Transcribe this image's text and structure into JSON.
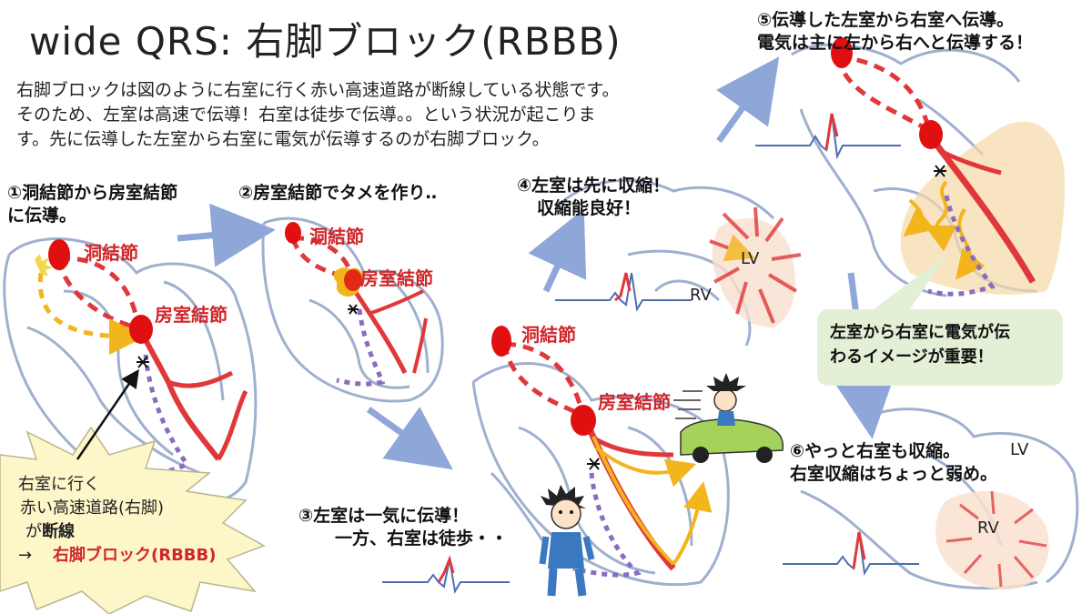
{
  "title": "wide QRS: 右脚ブロック(RBBB)",
  "intro": [
    "右脚ブロックは図のように右室に行く赤い高速道路が断線している状態です。",
    "そのため、左室は高速で伝導！右室は徒歩で伝導。。という状況が起こりま",
    "す。先に伝導した左室から右室に電気が伝導するのが右脚ブロック。"
  ],
  "steps": {
    "s1": [
      "①洞結節から房室結節",
      "に伝導。"
    ],
    "s2": [
      "②房室結節でタメを作り‥"
    ],
    "s3": [
      "③左室は一気に伝導！",
      "一方、右室は徒歩・・"
    ],
    "s4": [
      "④左室は先に収縮！",
      "収縮能良好！"
    ],
    "s5": [
      "⑤伝導した左室から右室へ伝導。",
      "電気は主に左から右へと伝導する！"
    ],
    "s6": [
      "⑥やっと右室も収縮。",
      "右室収縮はちょっと弱め。"
    ]
  },
  "labels": {
    "sa_node": "洞結節",
    "av_node": "房室結節",
    "lv": "LV",
    "rv": "RV"
  },
  "green_box": [
    "左室から右室に電気が伝",
    "わるイメージが重要！"
  ],
  "burst": {
    "line1": "右室に行く",
    "line2": "赤い高速道路(右脚)",
    "line3_prefix": "が",
    "line3_bold": "断線",
    "arrow": "→",
    "result": "右脚ブロック(RBBB)"
  },
  "colors": {
    "heart_outline": "#9fb0cf",
    "conduction_red": "#e0383a",
    "node_red": "#e01010",
    "slow_purple": "#8a6cc0",
    "flow_yellow": "#f2b51c",
    "arrow_blue": "#8ea6d8",
    "ecg_blue": "#4b6fb0",
    "burst_fill": "#fdf6c8",
    "green_box": "#e3f0d6"
  }
}
